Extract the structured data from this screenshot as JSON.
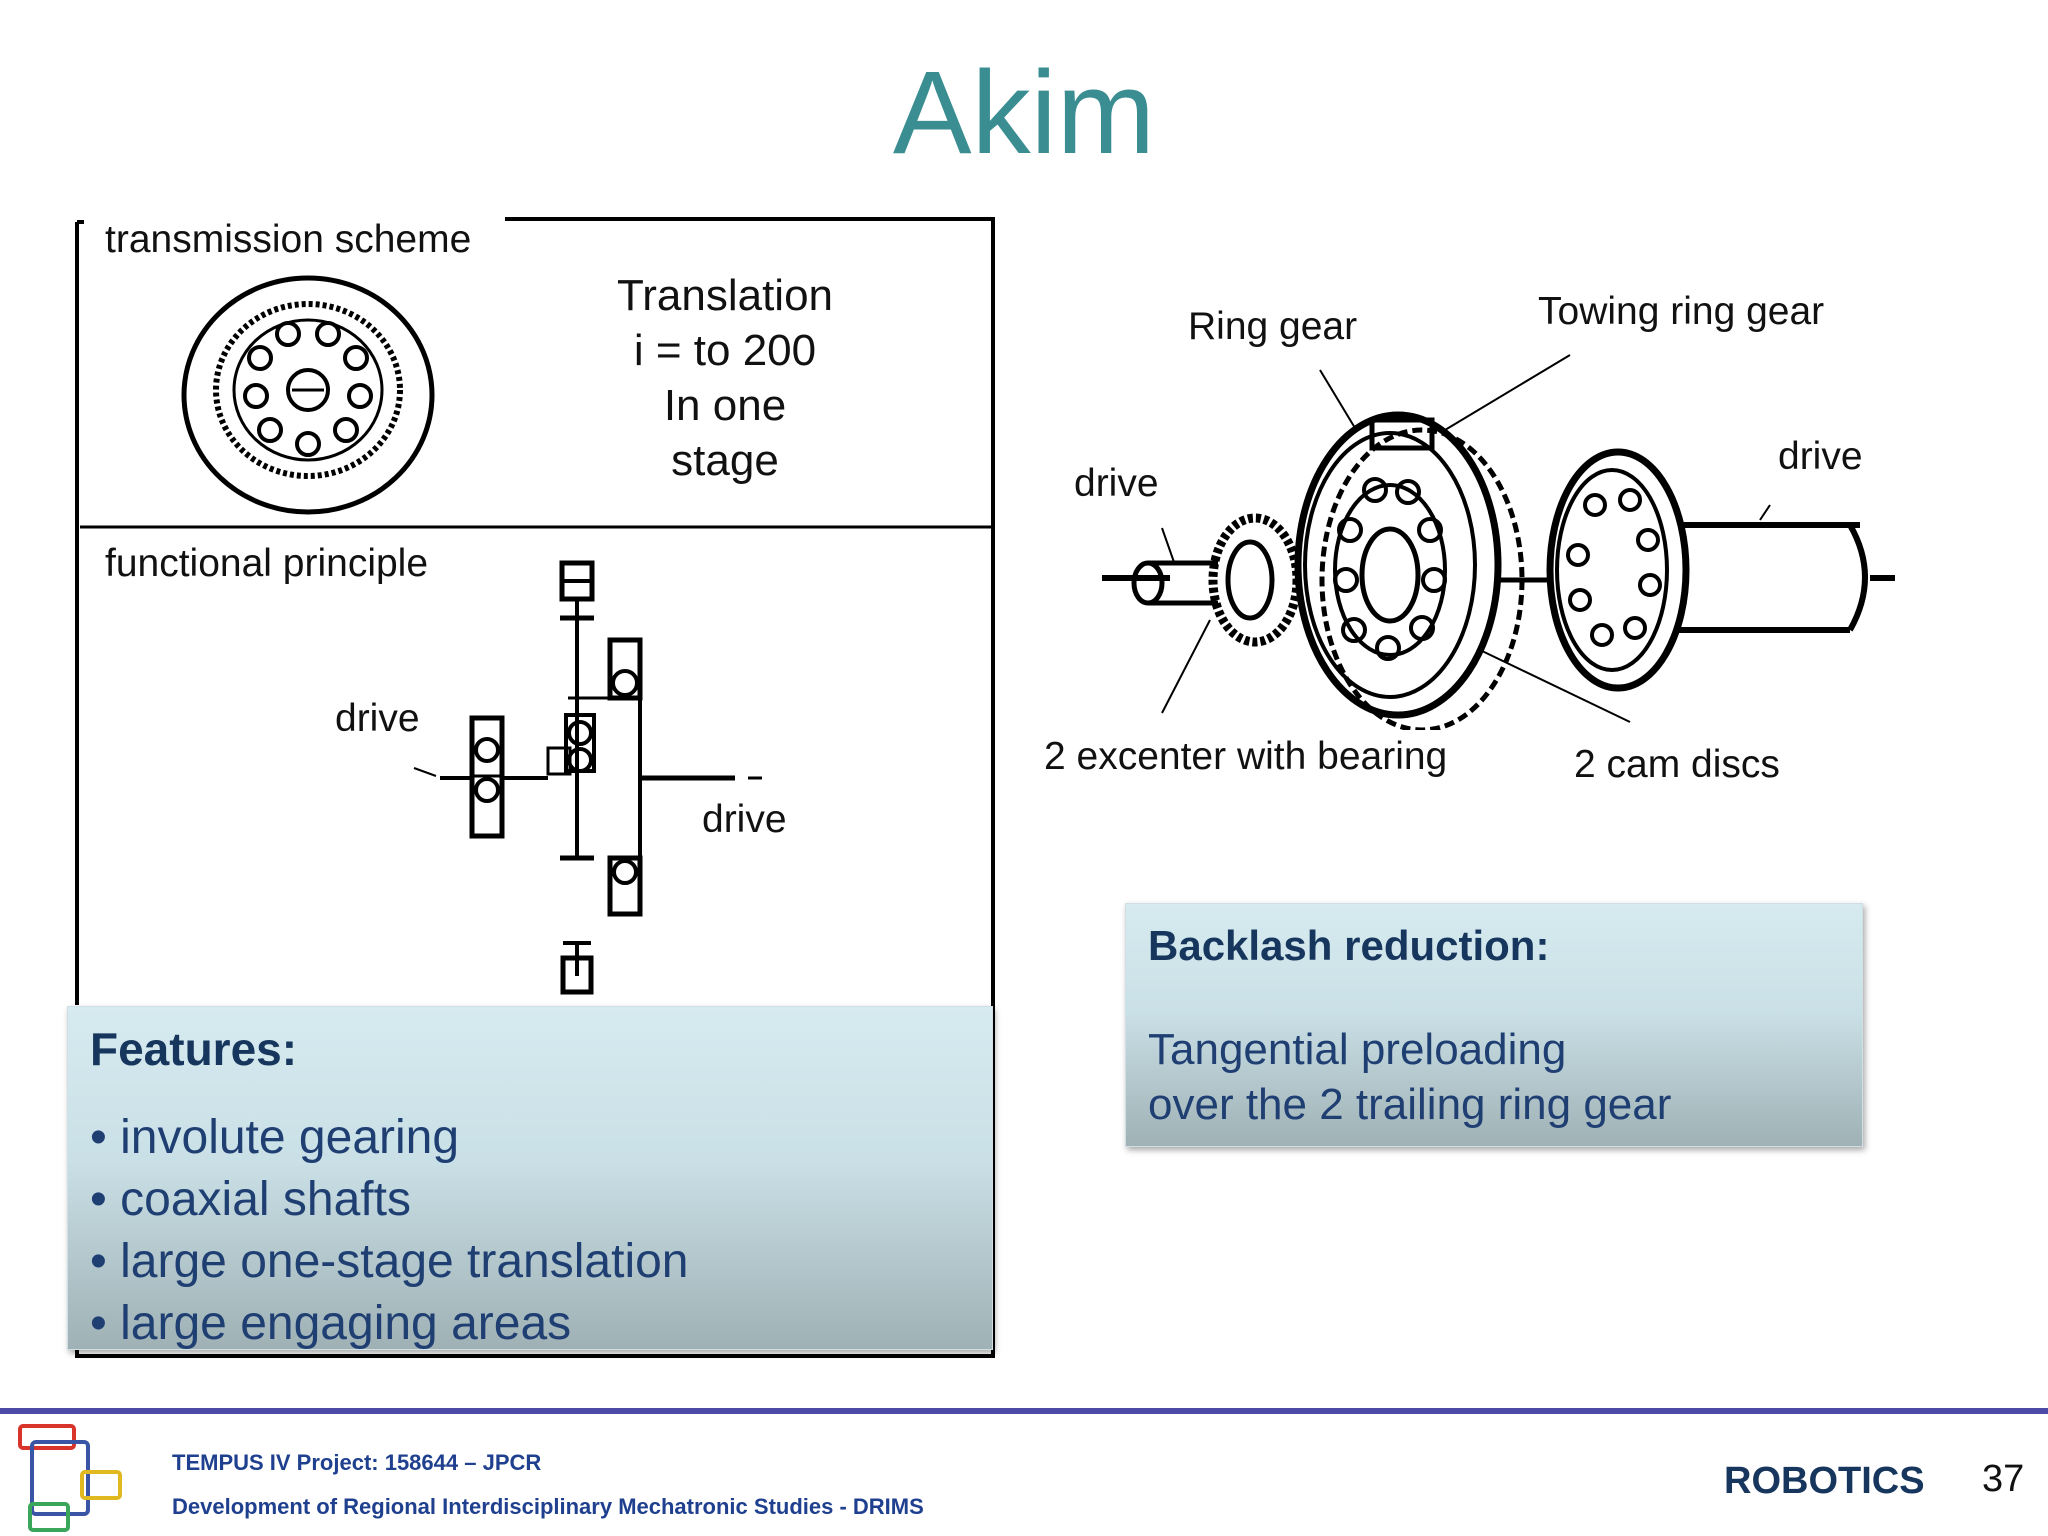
{
  "slide": {
    "title": "Akim",
    "page_number": "37"
  },
  "scheme": {
    "transmission_label": "transmission scheme",
    "translation_lines": [
      "Translation",
      "i = to 200",
      "In one",
      "stage"
    ],
    "functional_label": "functional principle",
    "drive_left": "drive",
    "drive_right": "drive"
  },
  "assembly": {
    "ring_gear": "Ring gear",
    "towing_ring_gear": "Towing ring gear",
    "drive_left": "drive",
    "drive_right": "drive",
    "excenter": "2 excenter with bearing",
    "cam_discs": "2 cam discs"
  },
  "features": {
    "heading": "Features:",
    "items": [
      "involute gearing",
      "coaxial shafts",
      "large one-stage translation",
      "large engaging areas"
    ]
  },
  "backlash": {
    "heading": "Backlash reduction:",
    "lines": [
      "Tangential preloading",
      "over the 2 trailing ring gear"
    ]
  },
  "footer": {
    "project": "TEMPUS IV Project: 158644 – JPCR",
    "program": "Development of Regional Interdisciplinary Mechatronic Studies - DRIMS",
    "brand": "ROBOTICS"
  },
  "colors": {
    "title": "#3a8e92",
    "box_heading": "#17365d",
    "box_text": "#1f3f73",
    "footer_line": "#4c4ca8",
    "brand": "#17365d"
  }
}
